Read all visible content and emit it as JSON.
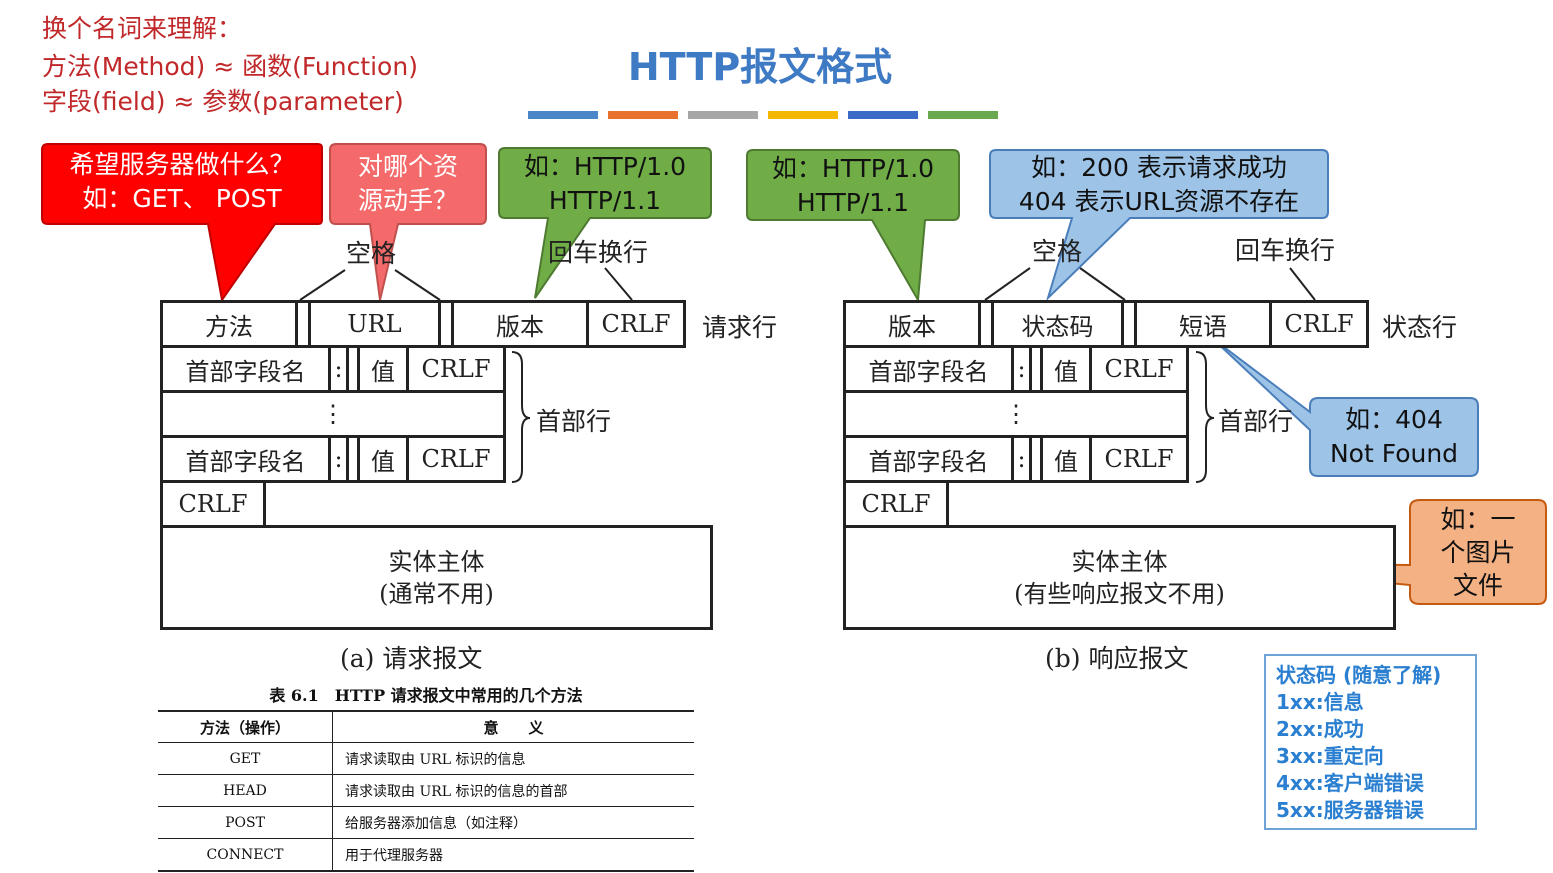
{
  "notes": {
    "line1": "换个名词来理解：",
    "line2": "方法(Method) ≈ 函数(Function)",
    "line3": "字段(field) ≈ 参数(parameter)"
  },
  "title": "HTTP报文格式",
  "color_bars": [
    "#4a86c8",
    "#e8712d",
    "#a6a6a6",
    "#f5b800",
    "#3b6bc6",
    "#6aa84f"
  ],
  "callouts": {
    "method_q": {
      "line1": "希望服务器做什么？",
      "line2": "如：GET、 POST",
      "color": "#ff0000"
    },
    "resource_q": {
      "line1": "对哪个资",
      "line2": "源动手？",
      "color": "#f46a6a"
    },
    "req_version": {
      "line1": "如：HTTP/1.0",
      "line2": "HTTP/1.1",
      "color": "#70ad47"
    },
    "resp_version": {
      "line1": "如：HTTP/1.0",
      "line2": "HTTP/1.1",
      "color": "#70ad47"
    },
    "status_code": {
      "line1": "如：200 表示请求成功",
      "line2": "404 表示URL资源不存在",
      "color": "#9dc3e6"
    },
    "phrase": {
      "line1": "如：404",
      "line2": "Not Found",
      "color": "#9dc3e6"
    },
    "body_file": {
      "line1": "如：一",
      "line2": "个图片",
      "line3": "文件",
      "color": "#f4b183"
    }
  },
  "request": {
    "space_label": "空格",
    "crlf_label": "回车换行",
    "line_cells": [
      "方法",
      "URL",
      "版本",
      "CRLF"
    ],
    "line_label": "请求行",
    "header_field": "首部字段名",
    "colon": ":",
    "value": "值",
    "crlf": "CRLF",
    "dots": "⋮",
    "header_label": "首部行",
    "body_line1": "实体主体",
    "body_line2": "(通常不用)",
    "caption": "(a) 请求报文"
  },
  "response": {
    "space_label": "空格",
    "crlf_label": "回车换行",
    "line_cells": [
      "版本",
      "状态码",
      "短语",
      "CRLF"
    ],
    "line_label": "状态行",
    "header_field": "首部字段名",
    "colon": ":",
    "value": "值",
    "crlf": "CRLF",
    "dots": "⋮",
    "header_label": "首部行",
    "body_line1": "实体主体",
    "body_line2": "(有些响应报文不用)",
    "caption": "(b) 响应报文"
  },
  "methods_table": {
    "caption": "表 6.1　HTTP 请求报文中常用的几个方法",
    "headers": [
      "方法（操作）",
      "意　　义"
    ],
    "rows": [
      [
        "GET",
        "请求读取由 URL 标识的信息"
      ],
      [
        "HEAD",
        "请求读取由 URL 标识的信息的首部"
      ],
      [
        "POST",
        "给服务器添加信息（如注释）"
      ],
      [
        "CONNECT",
        "用于代理服务器"
      ]
    ]
  },
  "status_codes": {
    "title": "状态码 (随意了解)",
    "items": [
      "1xx:信息",
      "2xx:成功",
      "3xx:重定向",
      "4xx:客户端错误",
      "5xx:服务器错误"
    ]
  }
}
